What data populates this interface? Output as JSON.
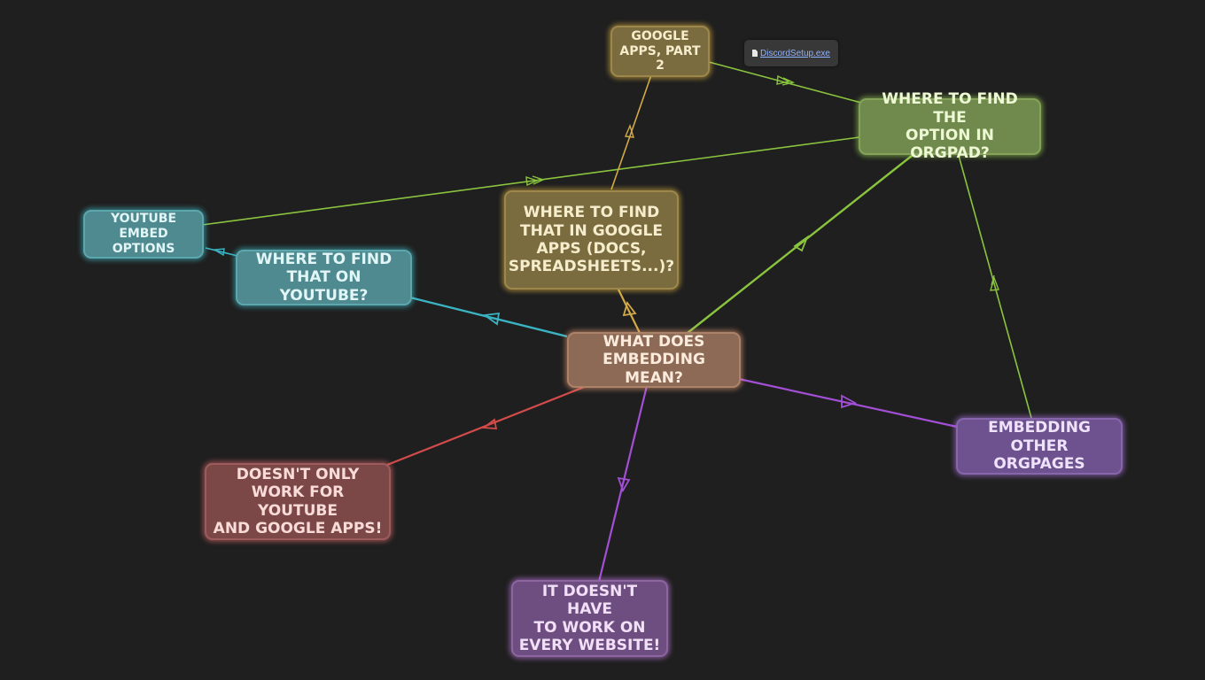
{
  "nodes": {
    "youtube_embed_options": {
      "line1": "YOUTUBE",
      "line2": "EMBED OPTIONS"
    },
    "google_apps_part2": {
      "line1": "GOOGLE",
      "line2": "APPS, PART 2"
    },
    "where_find_orgpad": {
      "line1": "WHERE TO FIND THE",
      "line2": "OPTION IN ORGPAD?"
    },
    "where_find_google": {
      "line1": "WHERE TO FIND",
      "line2": "THAT IN GOOGLE",
      "line3": "APPS (DOCS,",
      "line4": "SPREADSHEETS...)?"
    },
    "where_find_youtube": {
      "line1": "WHERE TO FIND",
      "line2": "THAT ON YOUTUBE?"
    },
    "what_embedding": {
      "line1": "WHAT DOES",
      "line2": "EMBEDDING MEAN?"
    },
    "doesnt_only_work": {
      "line1": "DOESN'T ONLY",
      "line2": "WORK FOR YOUTUBE",
      "line3": "AND GOOGLE APPS!"
    },
    "doesnt_have_work": {
      "line1": "IT DOESN'T HAVE",
      "line2": "TO WORK ON",
      "line3": "EVERY WEBSITE!"
    },
    "embedding_other": {
      "line1": "EMBEDDING",
      "line2": "OTHER ORGPAGES"
    }
  },
  "attachment": {
    "filename": "DiscordSetup.exe",
    "icon": "file-icon"
  },
  "colors": {
    "background": "#1f1f1f",
    "teal": "#3ab3c2",
    "olive": "#d2a947",
    "green": "#8ac43f",
    "red": "#d24b4b",
    "purple": "#a24fd6"
  }
}
